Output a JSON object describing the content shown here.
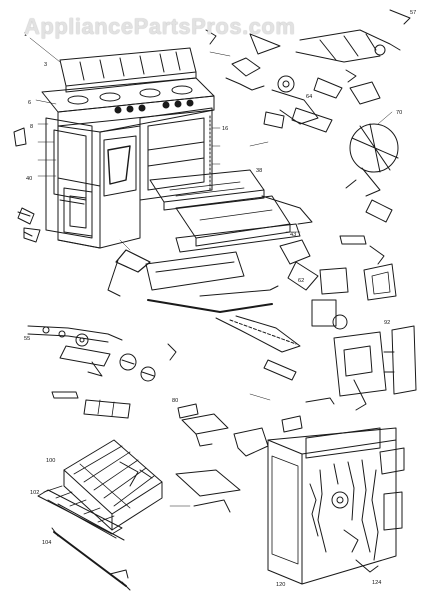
{
  "watermark": {
    "text": "AppliancePartsPros.com"
  },
  "colors": {
    "ink": "#1a1a1a",
    "paper": "#ffffff",
    "hatch": "#555555",
    "watermark": "#e2e2e2"
  },
  "parts": [
    {
      "id": "range-body",
      "label": "1"
    },
    {
      "id": "backguard",
      "label": "3"
    },
    {
      "id": "control-panel",
      "label": "6"
    },
    {
      "id": "oven-door",
      "label": "8"
    },
    {
      "id": "oven-cavity",
      "label": "16"
    },
    {
      "id": "broiler-pan",
      "label": "38"
    },
    {
      "id": "drawer-front",
      "label": "40"
    },
    {
      "id": "lower-panel",
      "label": "43"
    },
    {
      "id": "bottom-rail",
      "label": "55"
    },
    {
      "id": "gas-valve",
      "label": "62"
    },
    {
      "id": "burner-valve-assembly",
      "label": "64"
    },
    {
      "id": "thermostat-knob",
      "label": "70"
    },
    {
      "id": "surface-burner",
      "label": "80"
    },
    {
      "id": "rotisserie-basket",
      "label": "100"
    },
    {
      "id": "rack",
      "label": "102"
    },
    {
      "id": "spit-rod",
      "label": "104"
    },
    {
      "id": "back-cover-panel",
      "label": "120"
    },
    {
      "id": "wiring-harness",
      "label": "124"
    },
    {
      "id": "top-right-bracket",
      "label": "57"
    },
    {
      "id": "ignition-module",
      "label": "92"
    }
  ]
}
